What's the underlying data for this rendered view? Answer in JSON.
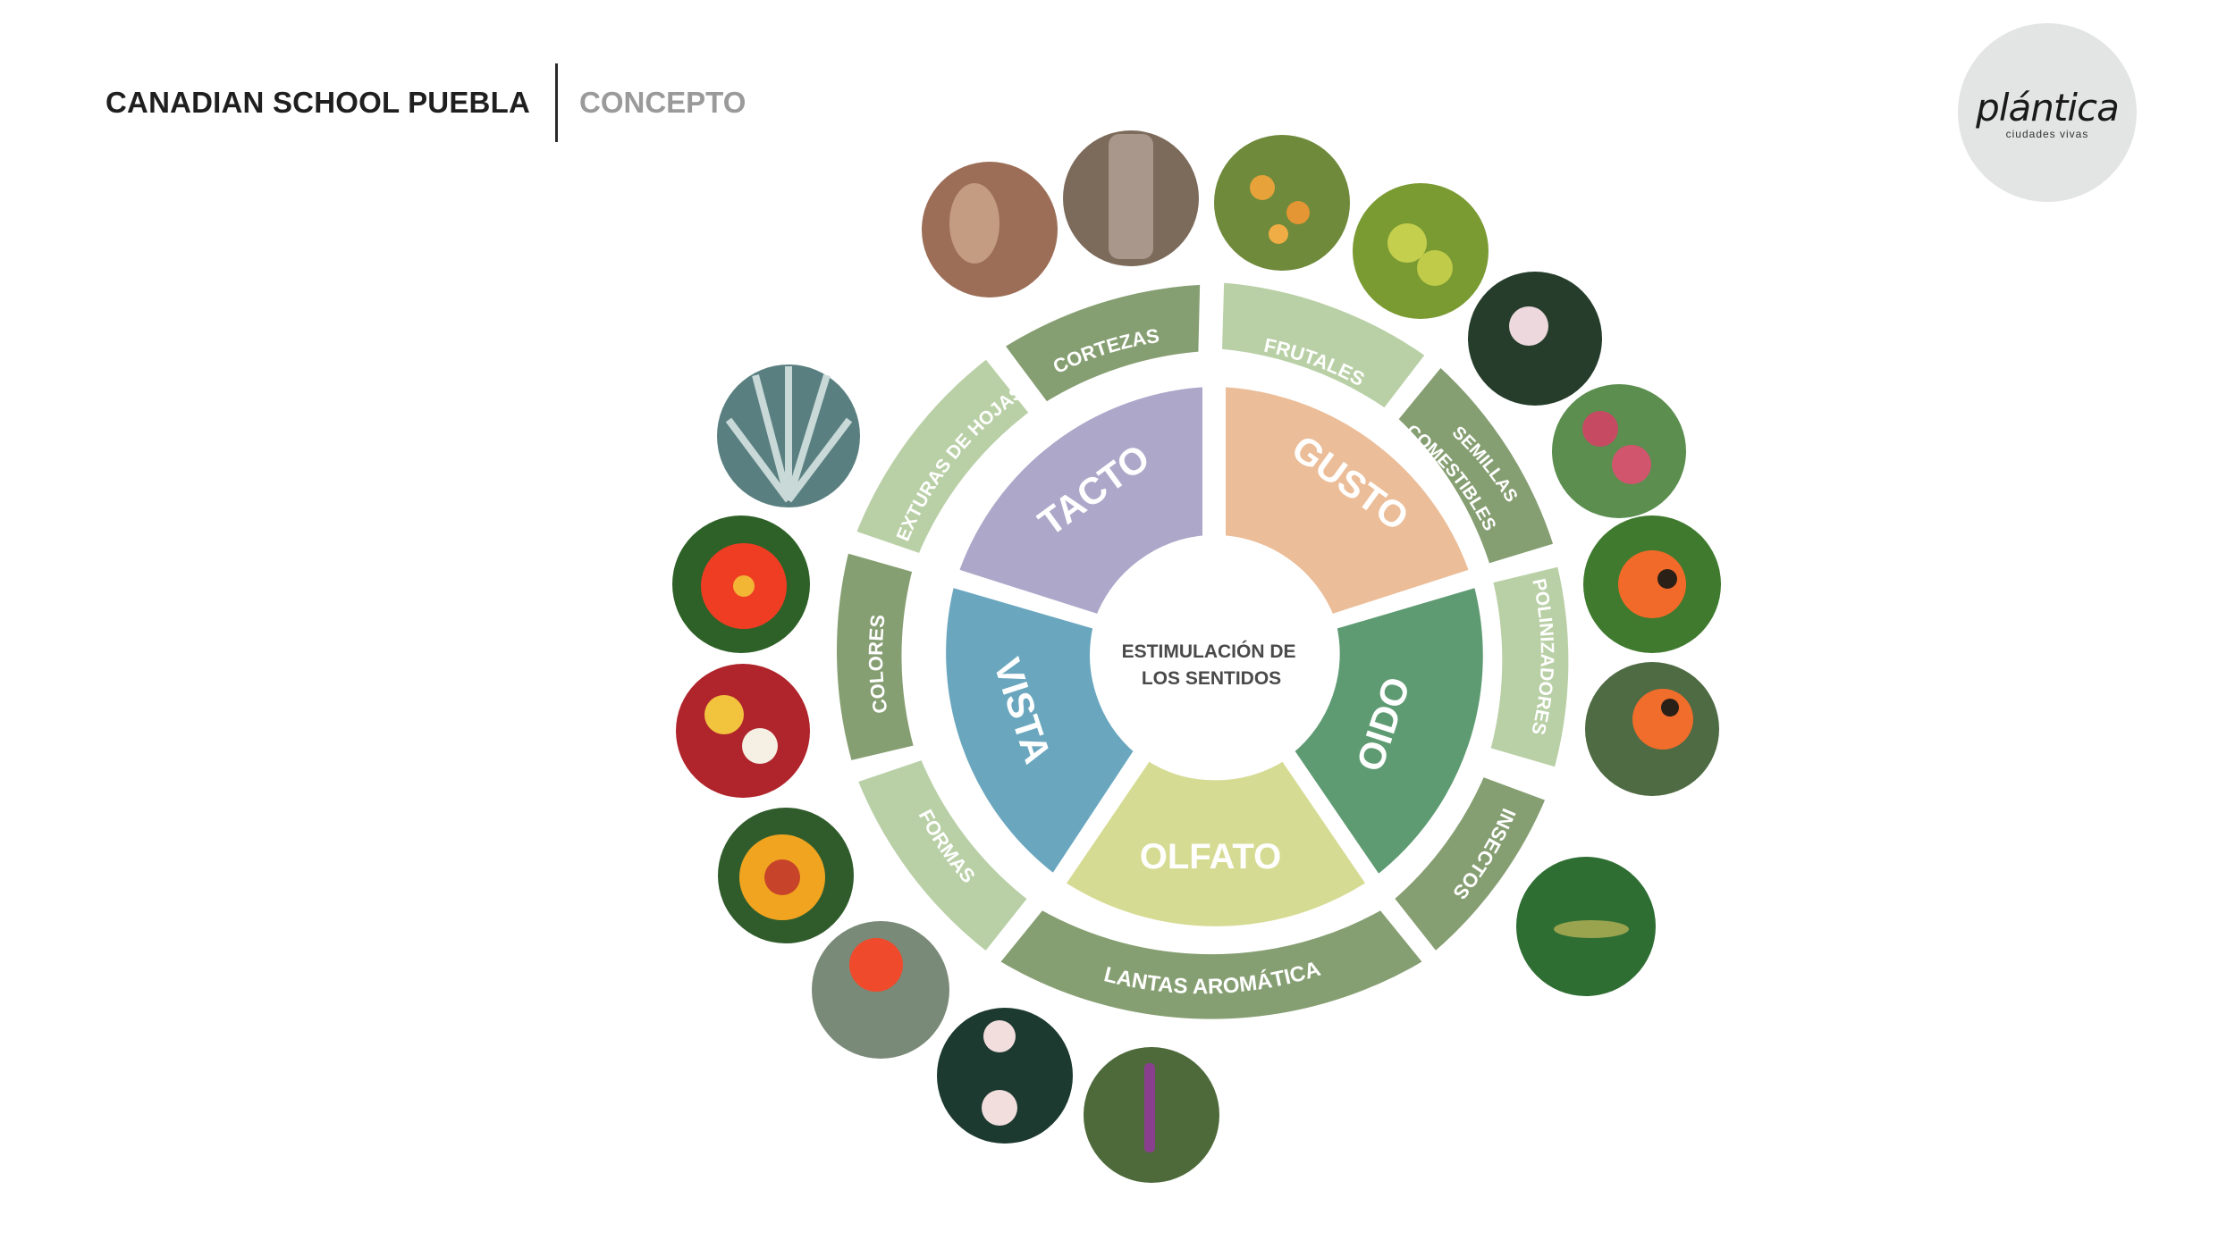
{
  "header": {
    "title": "CANADIAN SCHOOL PUEBLA",
    "section": "CONCEPTO"
  },
  "logo": {
    "brand": "plántica",
    "tagline": "ciudades vivas"
  },
  "diagram": {
    "center_lines": [
      "ESTIMULACIÓN DE",
      "LOS SENTIDOS"
    ],
    "senses": [
      {
        "id": "gusto",
        "label": "GUSTO",
        "color": "#ebbd98"
      },
      {
        "id": "oido",
        "label": "OIDO",
        "color": "#5e9b72"
      },
      {
        "id": "olfato",
        "label": "OLFATO",
        "color": "#d6db93"
      },
      {
        "id": "vista",
        "label": "VISTA",
        "color": "#6aa7bf"
      },
      {
        "id": "tacto",
        "label": "TACTO",
        "color": "#ada7c9"
      }
    ],
    "categories": [
      {
        "id": "frutales",
        "label": "FRUTALES",
        "color": "#b9d0a6"
      },
      {
        "id": "semillas",
        "label": "SEMILLAS",
        "label2": "COMESTIBLES",
        "color": "#869f72"
      },
      {
        "id": "polinizadores",
        "label": "POLINIZADORES",
        "color": "#b9d0a6"
      },
      {
        "id": "insectos",
        "label": "INSECTOS",
        "color": "#869f72"
      },
      {
        "id": "plantas",
        "label": "PLANTAS AROMÁTICAS",
        "color": "#869f72"
      },
      {
        "id": "formas",
        "label": "FORMAS",
        "color": "#b9d0a6"
      },
      {
        "id": "colores",
        "label": "COLORES",
        "color": "#869f72"
      },
      {
        "id": "texturas",
        "label": "TEXTURAS DE HOJAS",
        "color": "#b9d0a6"
      },
      {
        "id": "cortezas",
        "label": "CORTEZAS",
        "color": "#869f72"
      }
    ],
    "photos": [
      {
        "name": "bark-peeling-photo",
        "icon": "bark-icon"
      },
      {
        "name": "bark-trunk-photo",
        "icon": "bark-icon"
      },
      {
        "name": "orange-fruit-tree-photo",
        "icon": "fruit-icon"
      },
      {
        "name": "green-fruit-photo",
        "icon": "fruit-icon"
      },
      {
        "name": "white-flower-cluster-photo",
        "icon": "flower-icon"
      },
      {
        "name": "prickly-pear-photo",
        "icon": "cactus-icon"
      },
      {
        "name": "bee-orange-flower-photo",
        "icon": "bee-icon"
      },
      {
        "name": "bee-cactus-flower-photo",
        "icon": "bee-icon"
      },
      {
        "name": "grasshopper-photo",
        "icon": "grasshopper-icon"
      },
      {
        "name": "purple-sage-photo",
        "icon": "herb-icon"
      },
      {
        "name": "white-star-flowers-photo",
        "icon": "flower-icon"
      },
      {
        "name": "red-tubular-flowers-photo",
        "icon": "flower-icon"
      },
      {
        "name": "marigold-photo",
        "icon": "flower-icon"
      },
      {
        "name": "pansies-photo",
        "icon": "flower-icon"
      },
      {
        "name": "red-orange-flower-photo",
        "icon": "flower-icon"
      },
      {
        "name": "spiky-leaves-photo",
        "icon": "leaf-icon"
      }
    ]
  }
}
